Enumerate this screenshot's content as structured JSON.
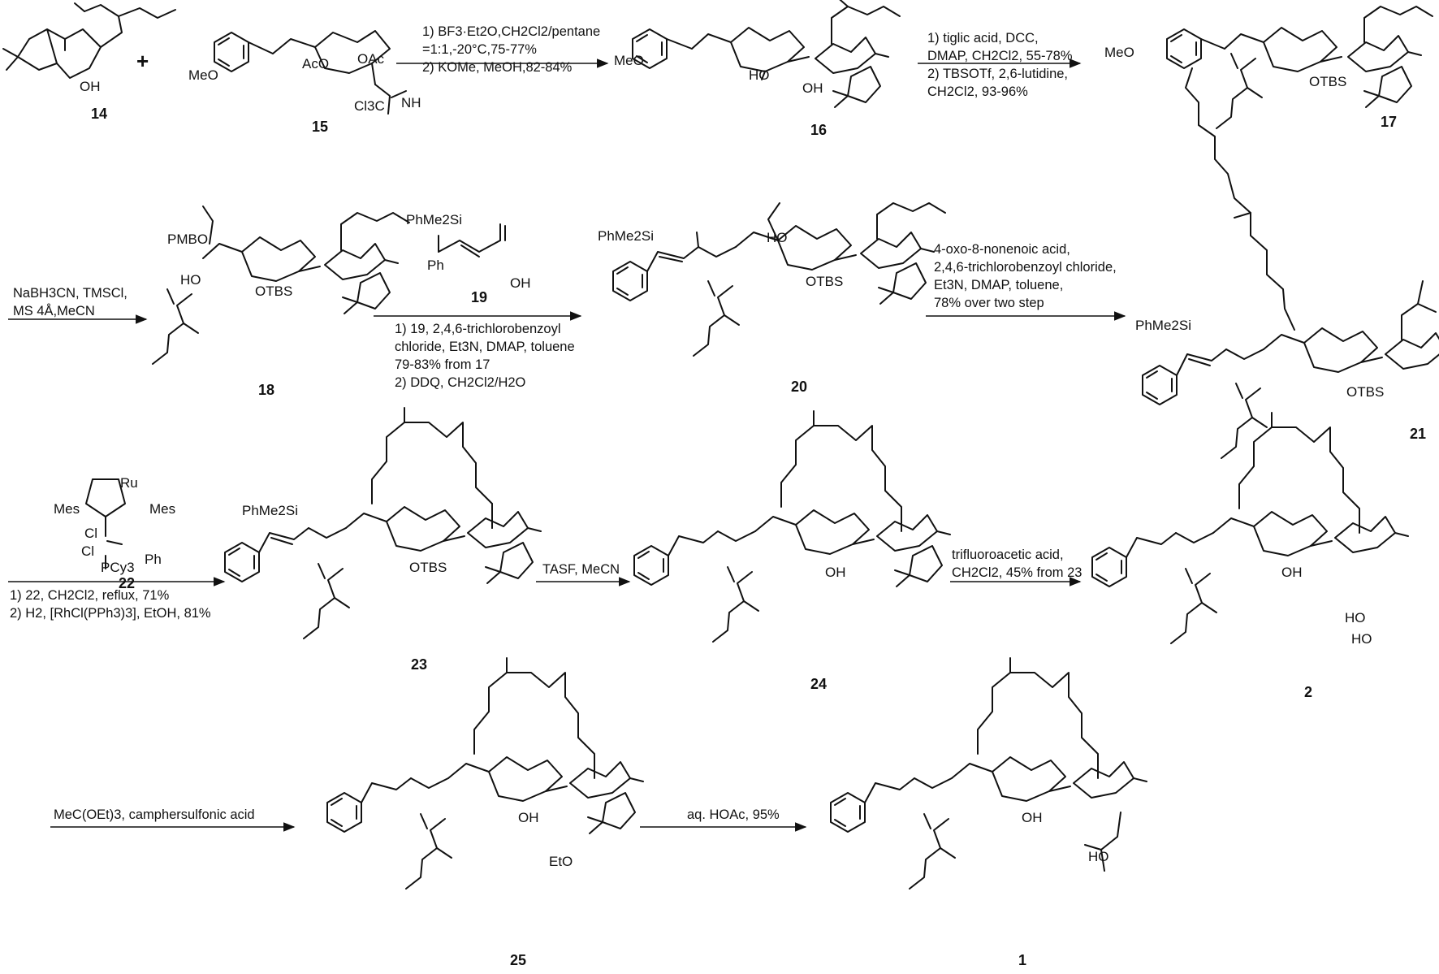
{
  "plus_sign": "+",
  "compounds": {
    "c14": "14",
    "c15": "15",
    "c16": "16",
    "c17": "17",
    "c18": "18",
    "c19": "19",
    "c20": "20",
    "c21": "21",
    "c22": "22",
    "c23": "23",
    "c24": "24",
    "c2": "2",
    "c25": "25",
    "c1": "1"
  },
  "atom_labels": {
    "oh": "OH",
    "ho": "HO",
    "otbs": "OTBS",
    "meo": "MeO",
    "aco": "AcO",
    "oac": "OAc",
    "cl3c": "Cl3C",
    "nh": "NH",
    "pmbo": "PMBO",
    "phme2si": "PhMe2Si",
    "mes": "Mes",
    "cl": "Cl",
    "ru": "Ru",
    "pcy3": "PCy3",
    "ph": "Ph",
    "eto": "EtO"
  },
  "steps": {
    "s1": [
      "1) BF3·Et2O,CH2Cl2/pentane",
      "=1:1,-20°C,75-77%",
      "2) KOMe, MeOH,82-84%"
    ],
    "s2": [
      "1) tiglic acid, DCC,",
      "DMAP, CH2Cl2, 55-78%",
      "2) TBSOTf, 2,6-lutidine,",
      "CH2Cl2, 93-96%"
    ],
    "s3": [
      "NaBH3CN, TMSCl,",
      "MS 4Å,MeCN"
    ],
    "s4": [
      "1) 19, 2,4,6-trichlorobenzoyl",
      "chloride, Et3N, DMAP, toluene",
      "79-83% from 17",
      "2) DDQ, CH2Cl2/H2O"
    ],
    "s5": [
      "4-oxo-8-nonenoic acid,",
      "2,4,6-trichlorobenzoyl chloride,",
      "Et3N, DMAP, toluene,",
      "78% over two step"
    ],
    "s6": [
      "1) 22, CH2Cl2, reflux, 71%",
      "2) H2, [RhCl(PPh3)3], EtOH, 81%"
    ],
    "s7": [
      "TASF, MeCN"
    ],
    "s8": [
      "trifluoroacetic acid,",
      "CH2Cl2, 45% from 23"
    ],
    "s9": [
      "MeC(OEt)3, camphersulfonic acid"
    ],
    "s10": [
      "aq. HOAc, 95%"
    ]
  }
}
